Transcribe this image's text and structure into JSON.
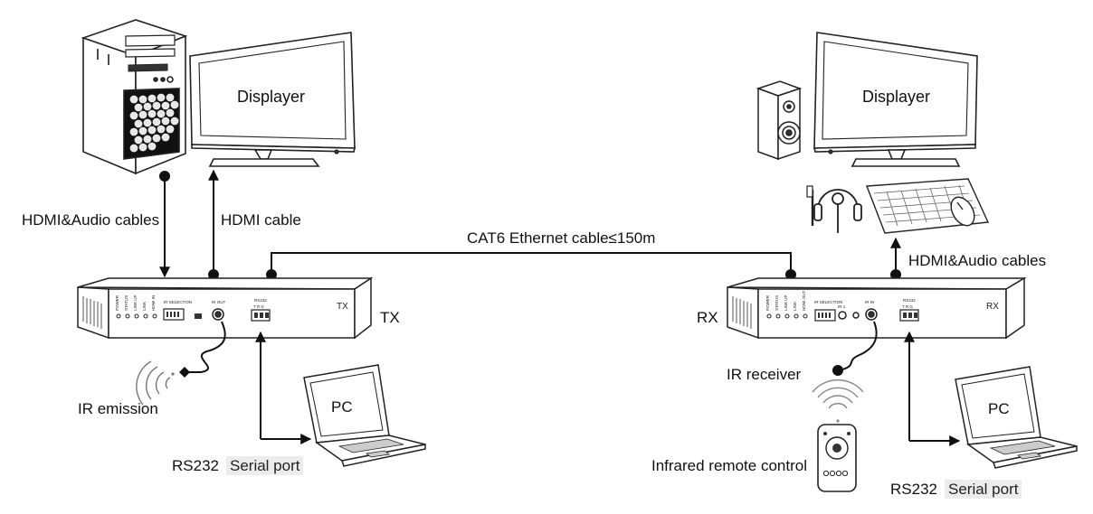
{
  "left": {
    "monitor_label": "Displayer",
    "cable_to_tx_label": "HDMI&Audio cables",
    "cable_to_monitor_label": "HDMI cable",
    "unit_tag": "TX",
    "unit_label": "TX",
    "ir_label": "IR emission",
    "pc_label": "PC",
    "serial_prefix": "RS232",
    "serial_label": "Serial port",
    "panel": {
      "leds": [
        "POWER",
        "STATUS",
        "LINK UP",
        "LINK",
        "HDMI IN"
      ],
      "selector": "IR SELECTION",
      "port": "IR OUT",
      "rs232": "RS232",
      "pins": "T R G"
    }
  },
  "right": {
    "monitor_label": "Displayer",
    "cable_label": "HDMI&Audio cables",
    "unit_tag": "RX",
    "unit_label": "RX",
    "ir_label": "IR receiver",
    "remote_label": "Infrared remote control",
    "pc_label": "PC",
    "serial_prefix": "RS232",
    "serial_label": "Serial port",
    "panel": {
      "leds": [
        "POWER",
        "STATUS",
        "LINK UP",
        "LINK",
        "HDMI OUT"
      ],
      "selector": "IR SELECTION",
      "ir1": "IR 1",
      "port": "IR IN",
      "rs232": "RS232",
      "pins": "T R G"
    }
  },
  "link_label": "CAT6 Ethernet cable≤150m"
}
